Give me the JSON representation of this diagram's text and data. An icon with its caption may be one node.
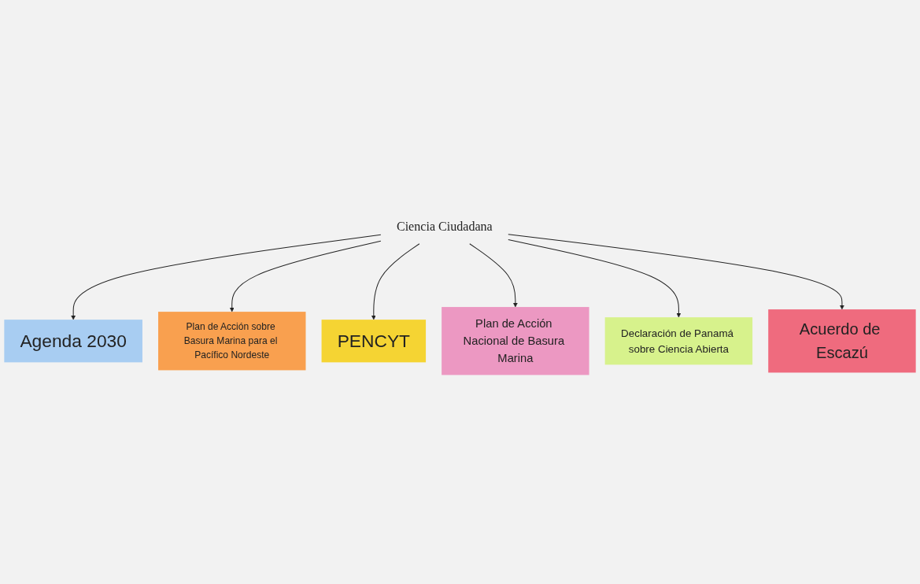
{
  "diagram": {
    "nodes": [
      {
        "text": [
          "Agenda 2030"
        ]
      },
      {
        "text": [
          "Plan de Acción sobre Basura Marina para el Pacífico Nordeste"
        ]
      },
      {
        "text": [
          "PENCYT"
        ]
      },
      {
        "text": [
          "Ciencia Ciudadana"
        ]
      },
      {
        "text": [
          "Plan de Acción Nacional de Basura Marina"
        ]
      },
      {
        "text": [
          "Declaración de Panamá sobre Ciencia Abierta"
        ]
      },
      {
        "text": [
          "Acuerdo de Escazú"
        ]
      }
    ],
    "edges": [
      {
        "from": 3,
        "to": 0,
        "arrow": "to"
      },
      {
        "from": 3,
        "to": 1,
        "arrow": "to"
      },
      {
        "from": 3,
        "to": 2,
        "arrow": "to"
      },
      {
        "from": 3,
        "to": 4,
        "arrow": "to"
      },
      {
        "from": 3,
        "to": 5,
        "arrow": "to"
      },
      {
        "from": 3,
        "to": 6,
        "arrow": "to"
      }
    ]
  }
}
